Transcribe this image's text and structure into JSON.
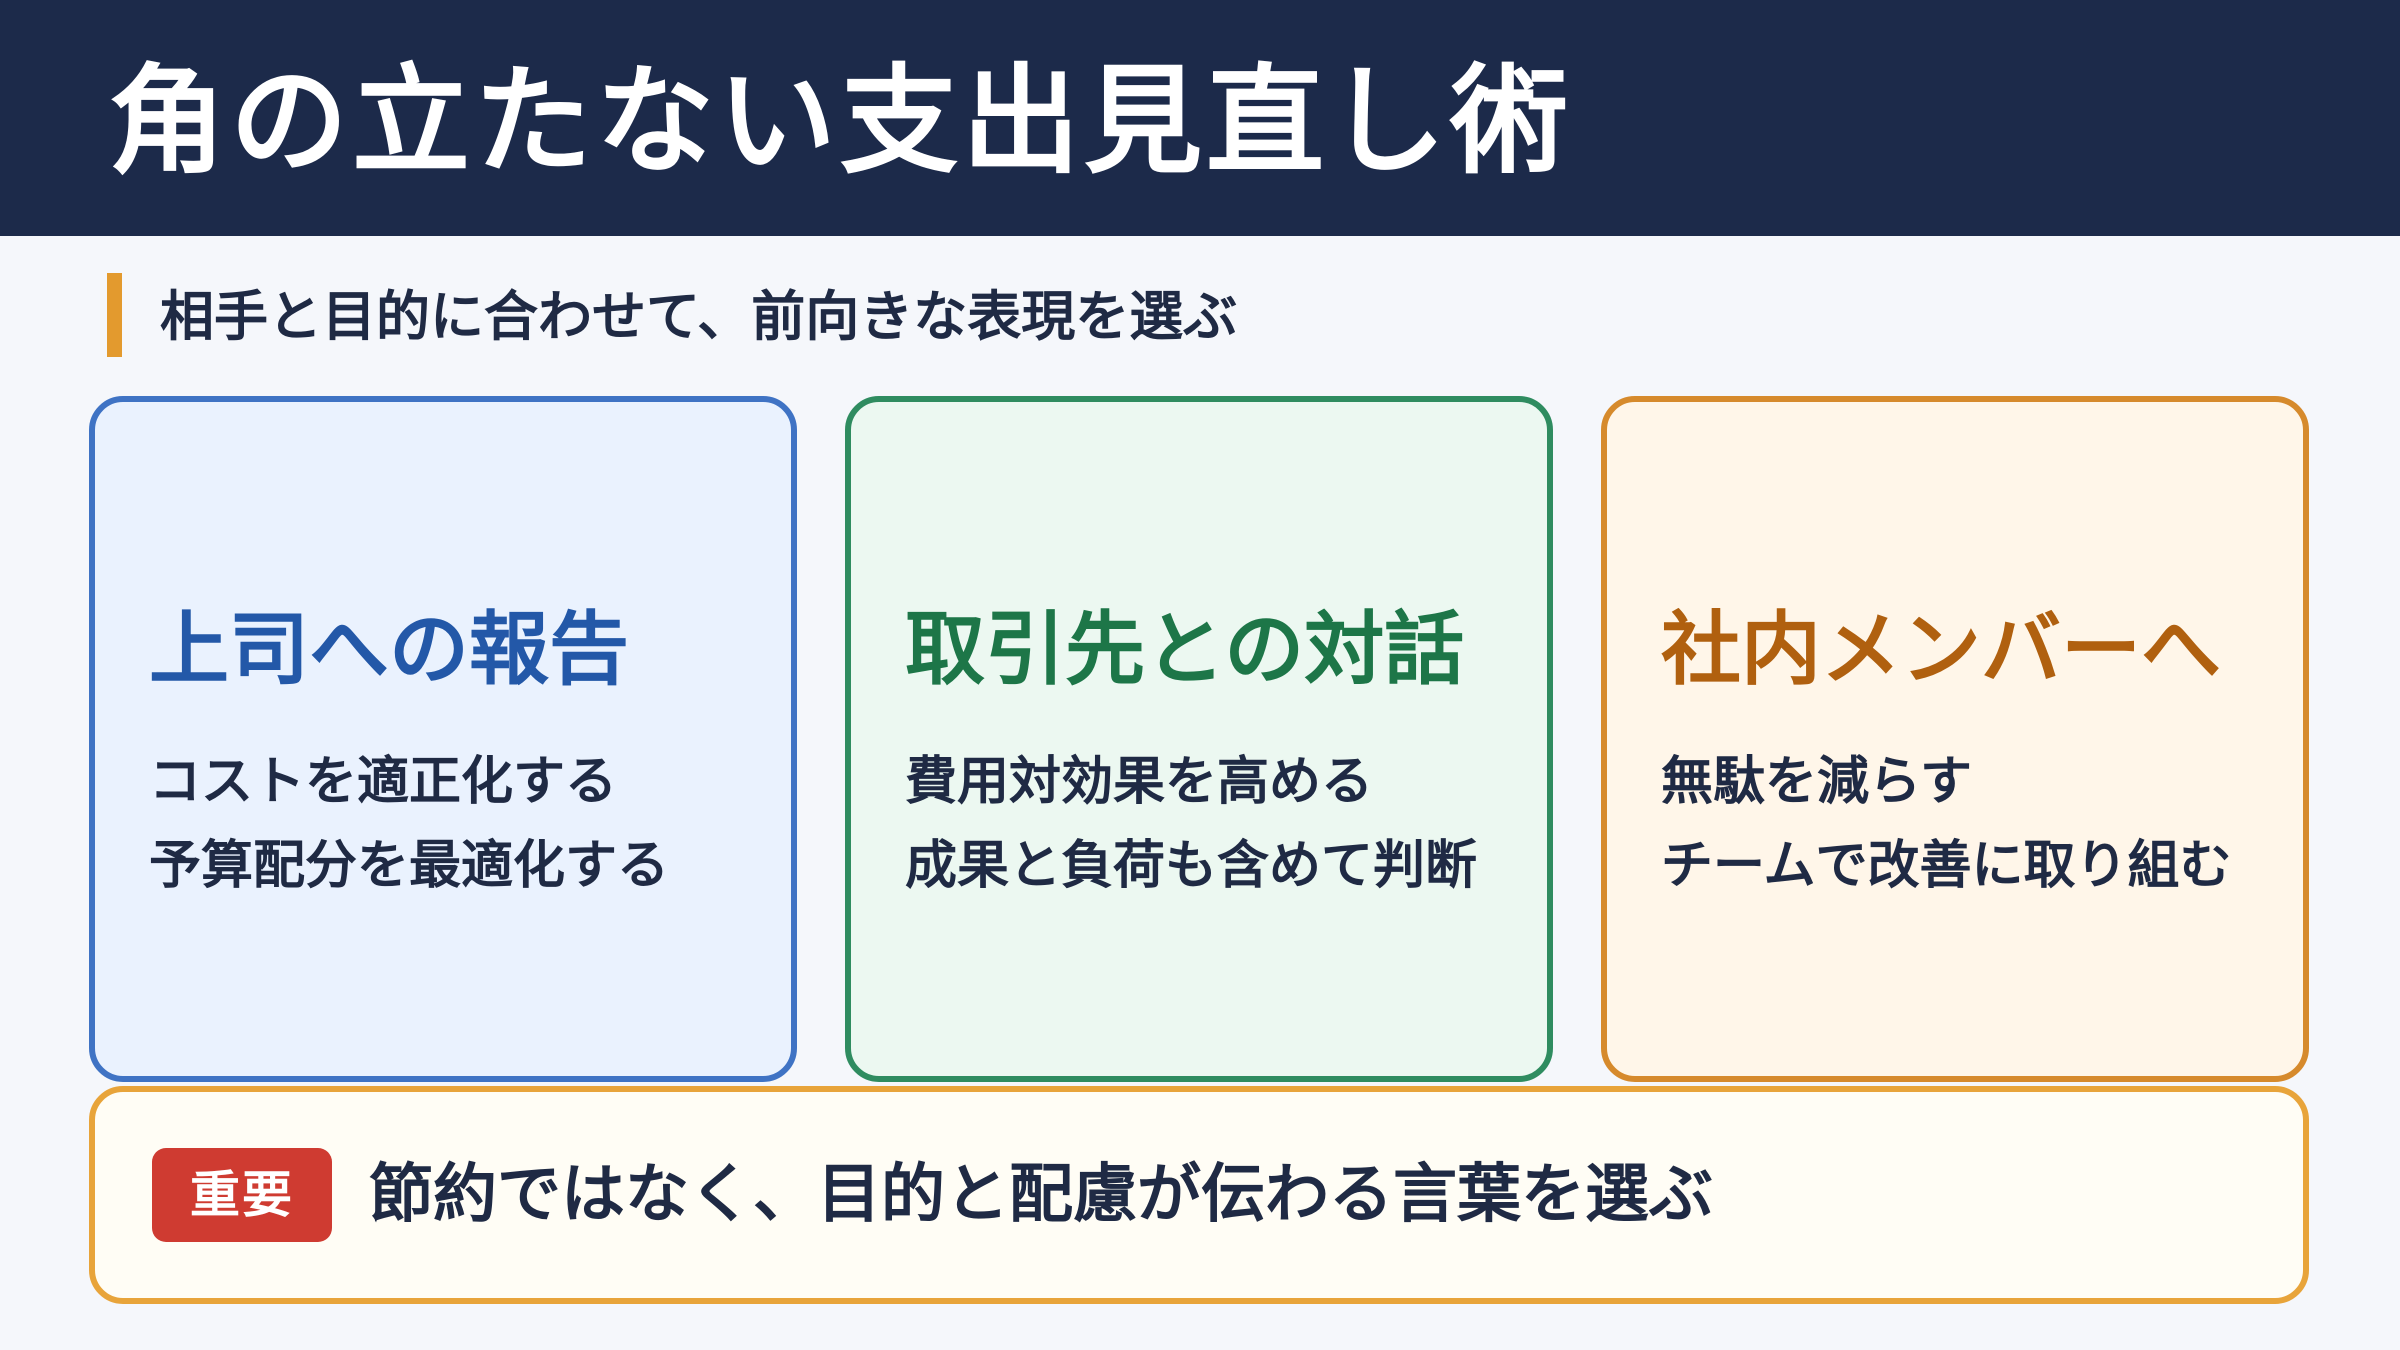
{
  "header": {
    "title": "角の立たない支出見直し術"
  },
  "subtitle": "相手と目的に合わせて、前向きな表現を選ぶ",
  "cards": [
    {
      "title": "上司への報告",
      "lines": [
        "コストを適正化する",
        "予算配分を最適化する"
      ]
    },
    {
      "title": "取引先との対話",
      "lines": [
        "費用対効果を高める",
        "成果と負荷も含めて判断"
      ]
    },
    {
      "title": "社内メンバーへ",
      "lines": [
        "無駄を減らす",
        "チームで改善に取り組む"
      ]
    }
  ],
  "callout": {
    "badge": "重要",
    "text": "節約ではなく、目的と配慮が伝わる言葉を選ぶ"
  },
  "colors": {
    "header_bg": "#1c2a4a",
    "accent_orange": "#e39a2e",
    "blue": "#3f73c4",
    "green": "#2f8c60",
    "orange": "#d68a2c",
    "badge_red": "#cf3b31"
  }
}
